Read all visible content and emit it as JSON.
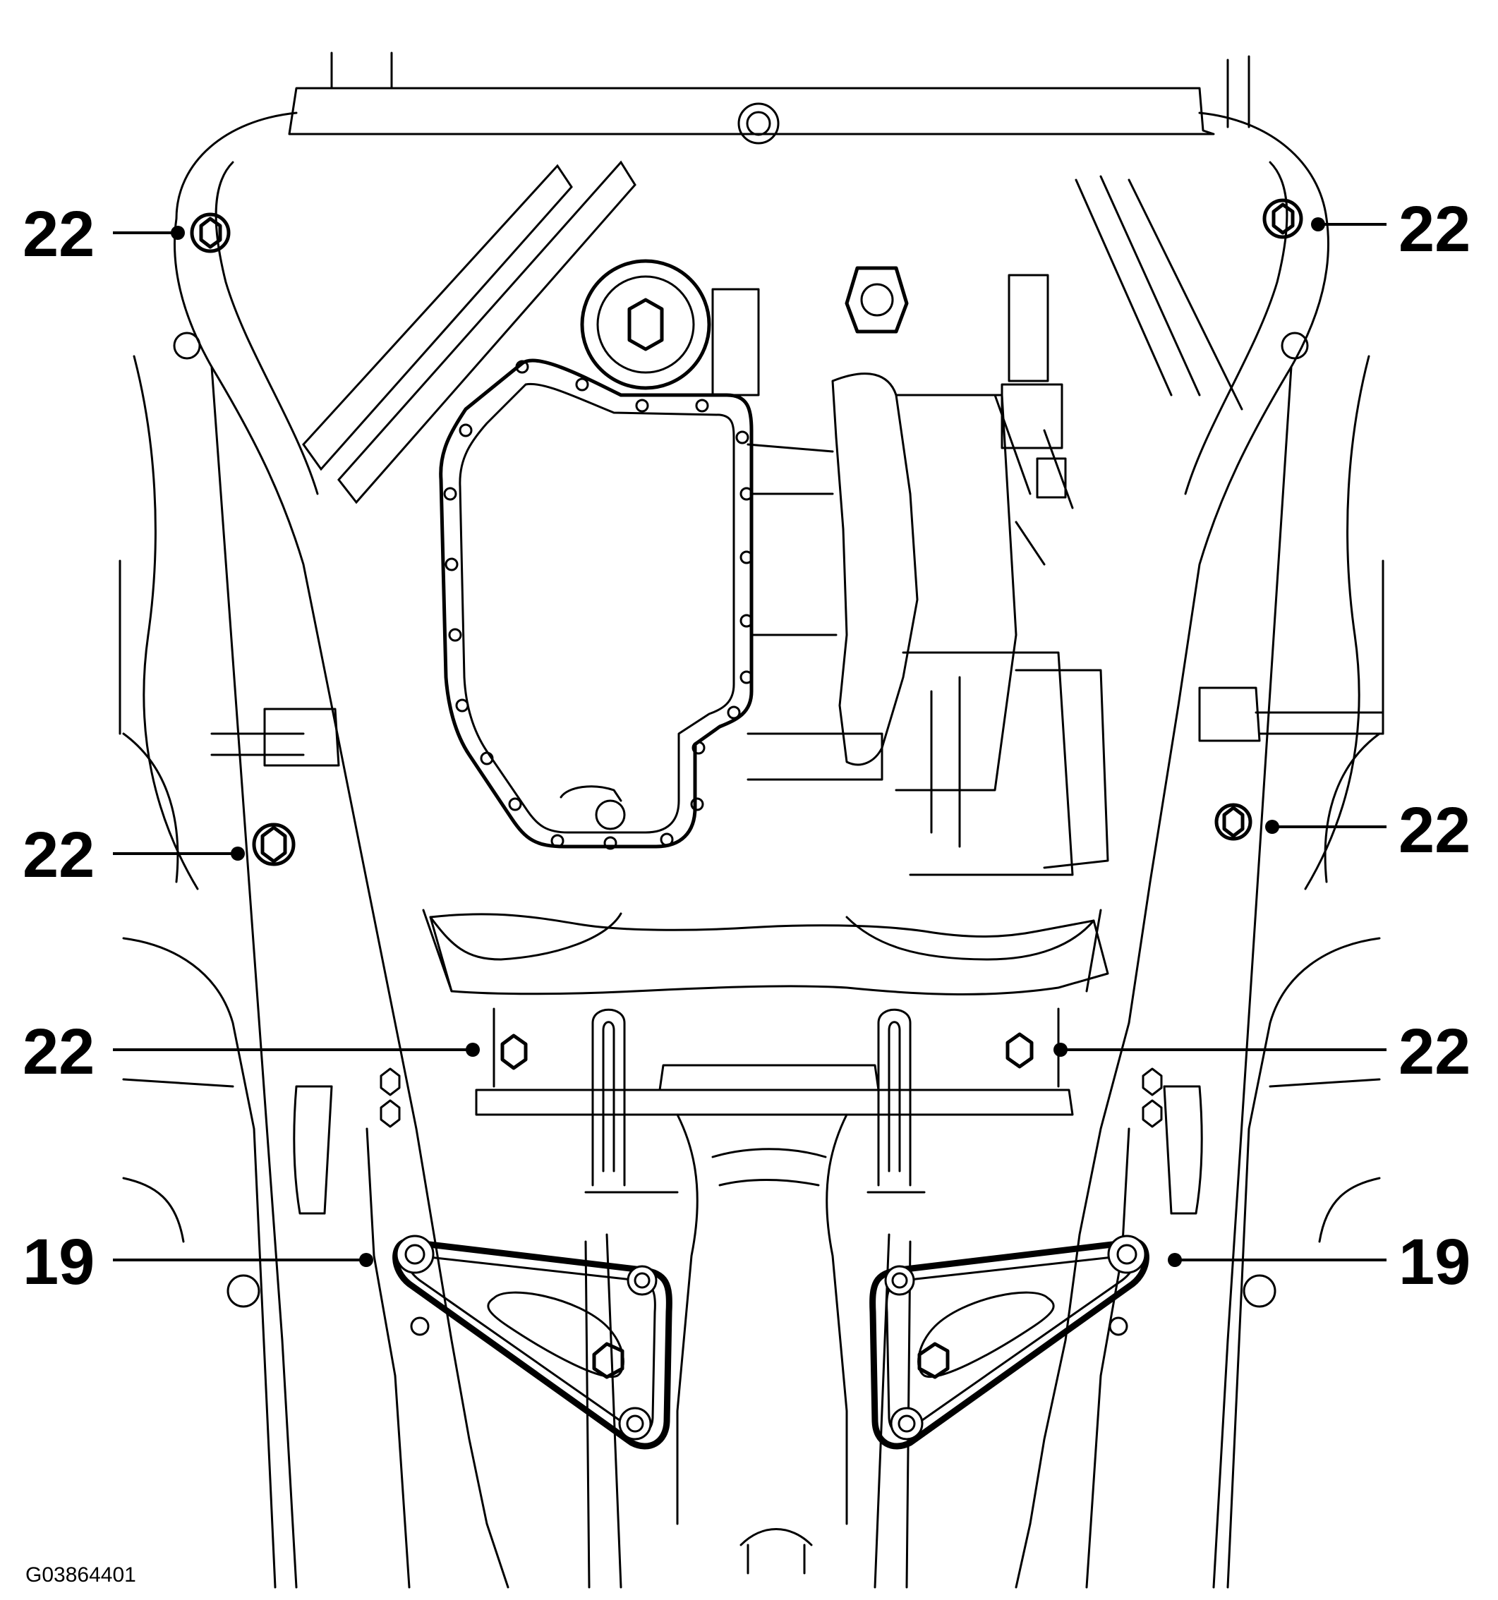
{
  "figure": {
    "id": "G03864401",
    "colors": {
      "line": "#000000",
      "background": "#ffffff"
    }
  },
  "callouts": [
    {
      "key": "c1",
      "label": "22"
    },
    {
      "key": "c2",
      "label": "22"
    },
    {
      "key": "c3",
      "label": "22"
    },
    {
      "key": "c4",
      "label": "22"
    },
    {
      "key": "c5",
      "label": "22"
    },
    {
      "key": "c6",
      "label": "22"
    },
    {
      "key": "c7",
      "label": "19"
    },
    {
      "key": "c8",
      "label": "19"
    }
  ]
}
